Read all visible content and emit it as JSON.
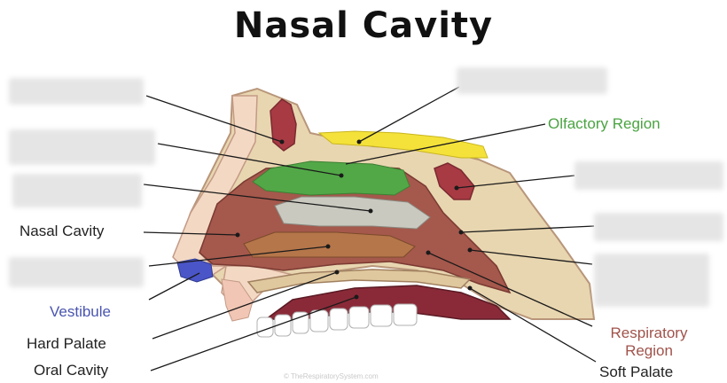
{
  "title": "Nasal Cavity",
  "labels": {
    "olfactory_region": "Olfactory Region",
    "nasal_cavity": "Nasal Cavity",
    "vestibule": "Vestibule",
    "hard_palate": "Hard Palate",
    "oral_cavity": "Oral Cavity",
    "respiratory_region_line1": "Respiratory",
    "respiratory_region_line2": "Region",
    "soft_palate": "Soft Palate"
  },
  "watermark": "© TheRespiratorySystem.com",
  "colors": {
    "olfactory": "#4aa341",
    "vestibule": "#4a55b0",
    "respiratory": "#a0524a",
    "hidden_label_box": "#e4e4e4"
  }
}
